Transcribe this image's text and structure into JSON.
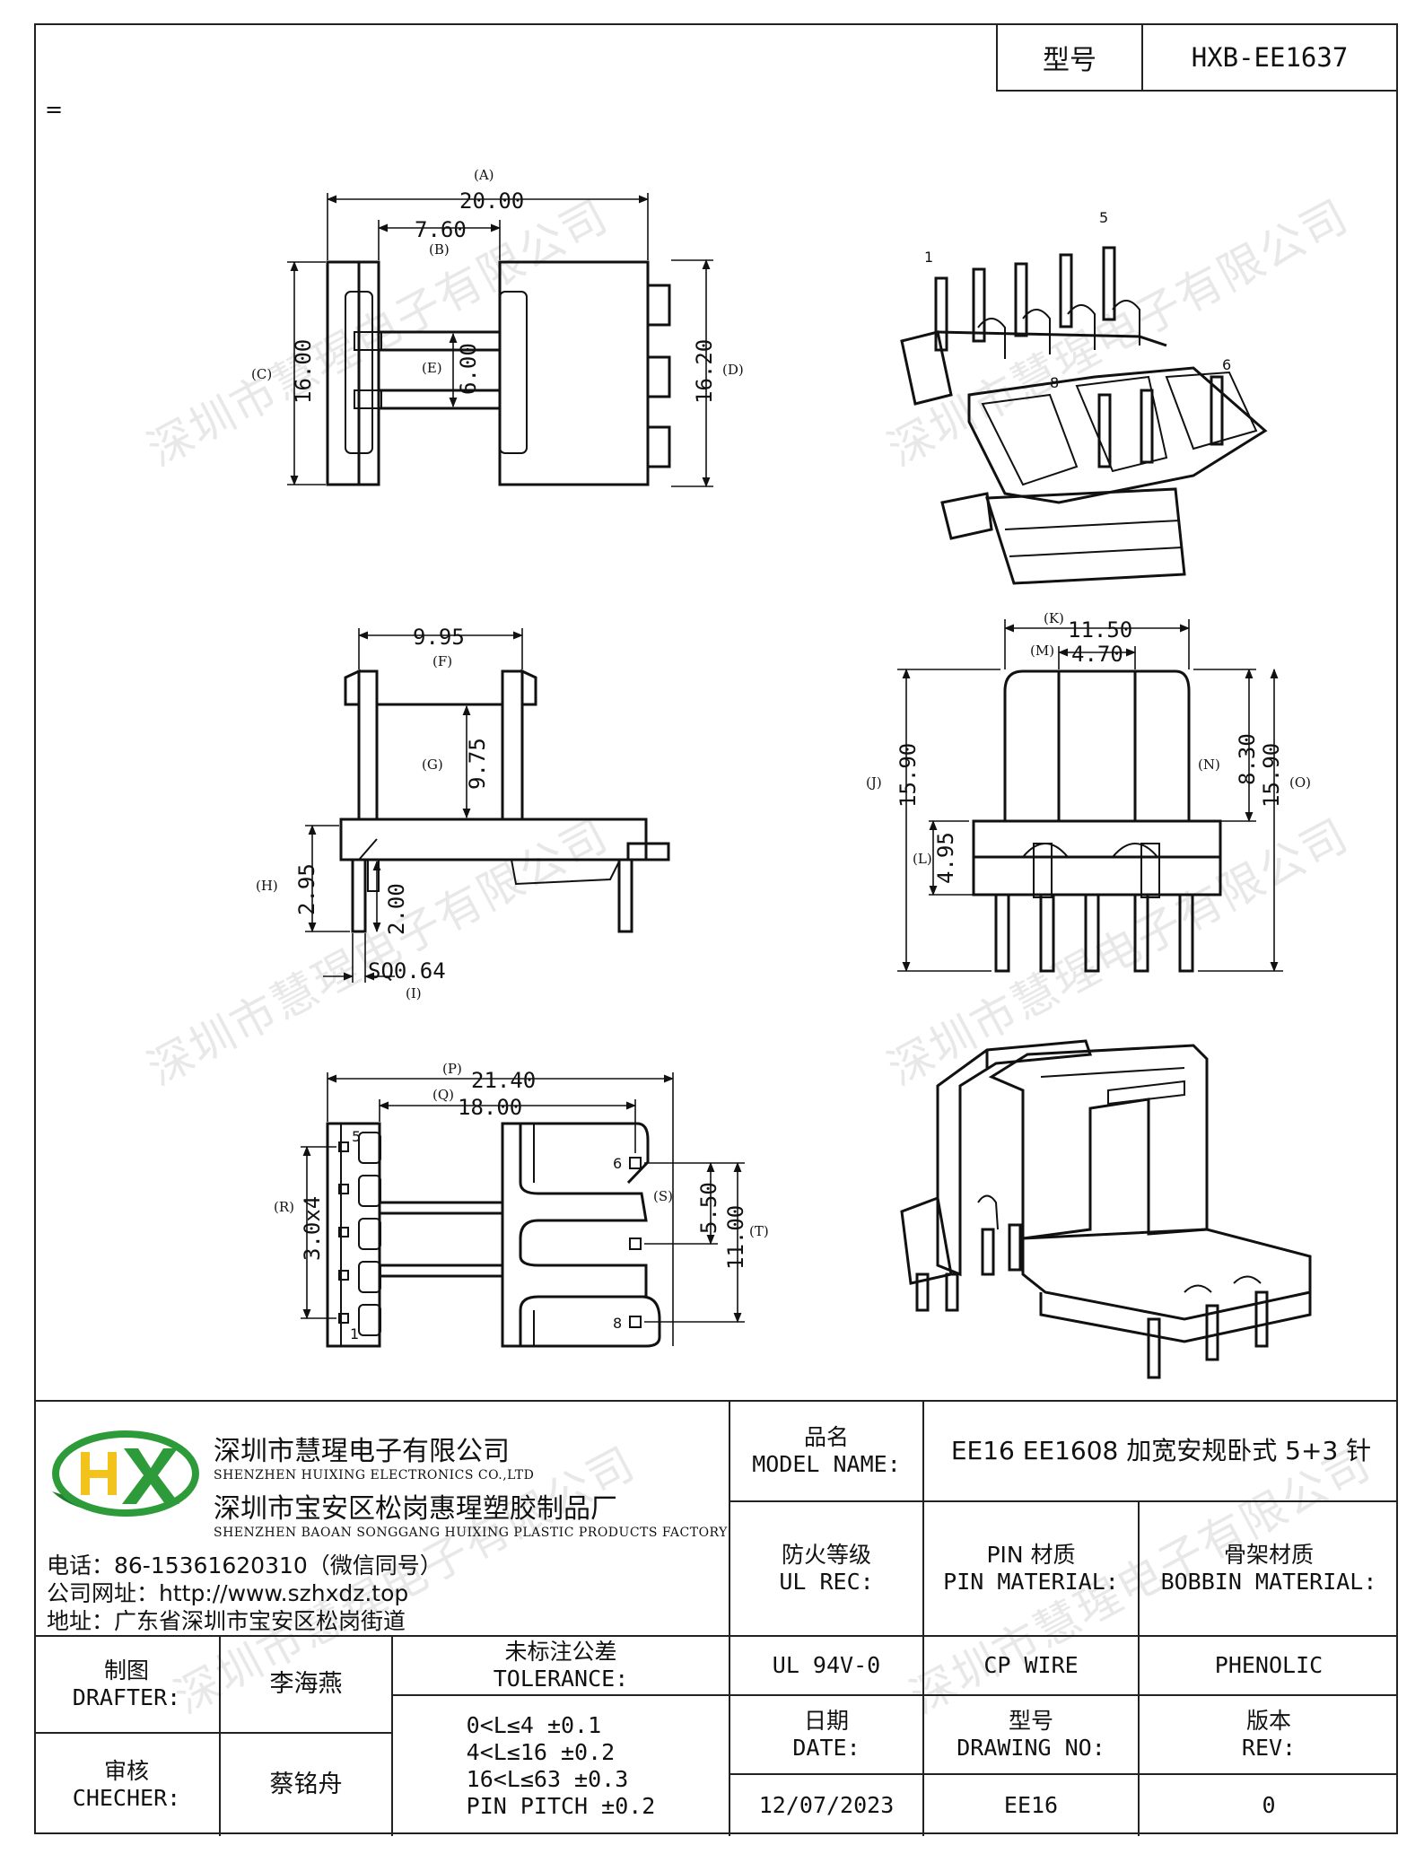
{
  "header": {
    "model_label": "型号",
    "model_value": "HXB-EE1637",
    "mark": "="
  },
  "watermark": "深圳市慧瑆电子有限公司",
  "views": {
    "top_view": {
      "dims": [
        "20.00",
        "7.60",
        "16.00",
        "6.00",
        "16.20"
      ],
      "labels": [
        "(A)",
        "(B)",
        "(C)",
        "(E)",
        "(D)"
      ]
    },
    "iso_view_top": {
      "pins": [
        "1",
        "5",
        "6",
        "8"
      ]
    },
    "side_view": {
      "dims": [
        "9.95",
        "9.75",
        "2.95",
        "2.00",
        "SQ0.64"
      ],
      "labels": [
        "(F)",
        "(G)",
        "(H)",
        "(I)"
      ]
    },
    "front_view": {
      "dims": [
        "11.50",
        "4.70",
        "15.90",
        "8.30",
        "15.90",
        "4.95"
      ],
      "labels": [
        "(K)",
        "(M)",
        "(J)",
        "(N)",
        "(O)",
        "(L)"
      ]
    },
    "bottom_view": {
      "dims": [
        "21.40",
        "18.00",
        "3.0x4",
        "5.50",
        "11.00"
      ],
      "labels": [
        "(P)",
        "(Q)",
        "(R)",
        "(S)",
        "(T)"
      ],
      "pins": [
        "5",
        "1",
        "6",
        "8"
      ]
    }
  },
  "company": {
    "logo_letters": "HX",
    "name_cn": "深圳市慧瑆电子有限公司",
    "name_en": "SHENZHEN HUIXING ELECTRONICS CO.,LTD",
    "factory_cn": "深圳市宝安区松岗惠瑆塑胶制品厂",
    "factory_en": "SHENZHEN BAOAN SONGGANG HUIXING PLASTIC PRODUCTS FACTORY",
    "phone": "电话：86-15361620310（微信同号）",
    "website": "公司网址：http://www.szhxdz.top",
    "address": "地址：广东省深圳市宝安区松岗街道"
  },
  "title_block": {
    "product_name_label_cn": "品名",
    "product_name_label_en": "MODEL NAME:",
    "product_name_value": "EE16 EE1608 加宽安规卧式 5+3 针",
    "ul_label_cn": "防火等级",
    "ul_label_en": "UL REC:",
    "pin_material_label_cn": "PIN 材质",
    "pin_material_label_en": "PIN MATERIAL:",
    "bobbin_material_label_cn": "骨架材质",
    "bobbin_material_label_en": "BOBBIN MATERIAL:",
    "ul_value": "UL 94V-0",
    "pin_material_value": "CP WIRE",
    "bobbin_material_value": "PHENOLIC",
    "drafter_label_cn": "制图",
    "drafter_label_en": "DRAFTER:",
    "drafter_value": "李海燕",
    "checker_label_cn": "审核",
    "checker_label_en": "CHECHER:",
    "checker_value": "蔡铭舟",
    "tolerance_label_cn": "未标注公差",
    "tolerance_label_en": "TOLERANCE:",
    "tolerance_lines": [
      "0<L≤4   ±0.1",
      "4<L≤16  ±0.2",
      "16<L≤63 ±0.3",
      "PIN PITCH ±0.2"
    ],
    "date_label_cn": "日期",
    "date_label_en": "DATE:",
    "drawing_no_label_cn": "型号",
    "drawing_no_label_en": "DRAWING NO:",
    "rev_label_cn": "版本",
    "rev_label_en": "REV:",
    "date_value": "12/07/2023",
    "drawing_no_value": "EE16",
    "rev_value": "0"
  },
  "colors": {
    "logo_green": "#2e9b3a",
    "logo_yellow": "#f2c41b",
    "logo_dark_green": "#1f7a2c"
  }
}
